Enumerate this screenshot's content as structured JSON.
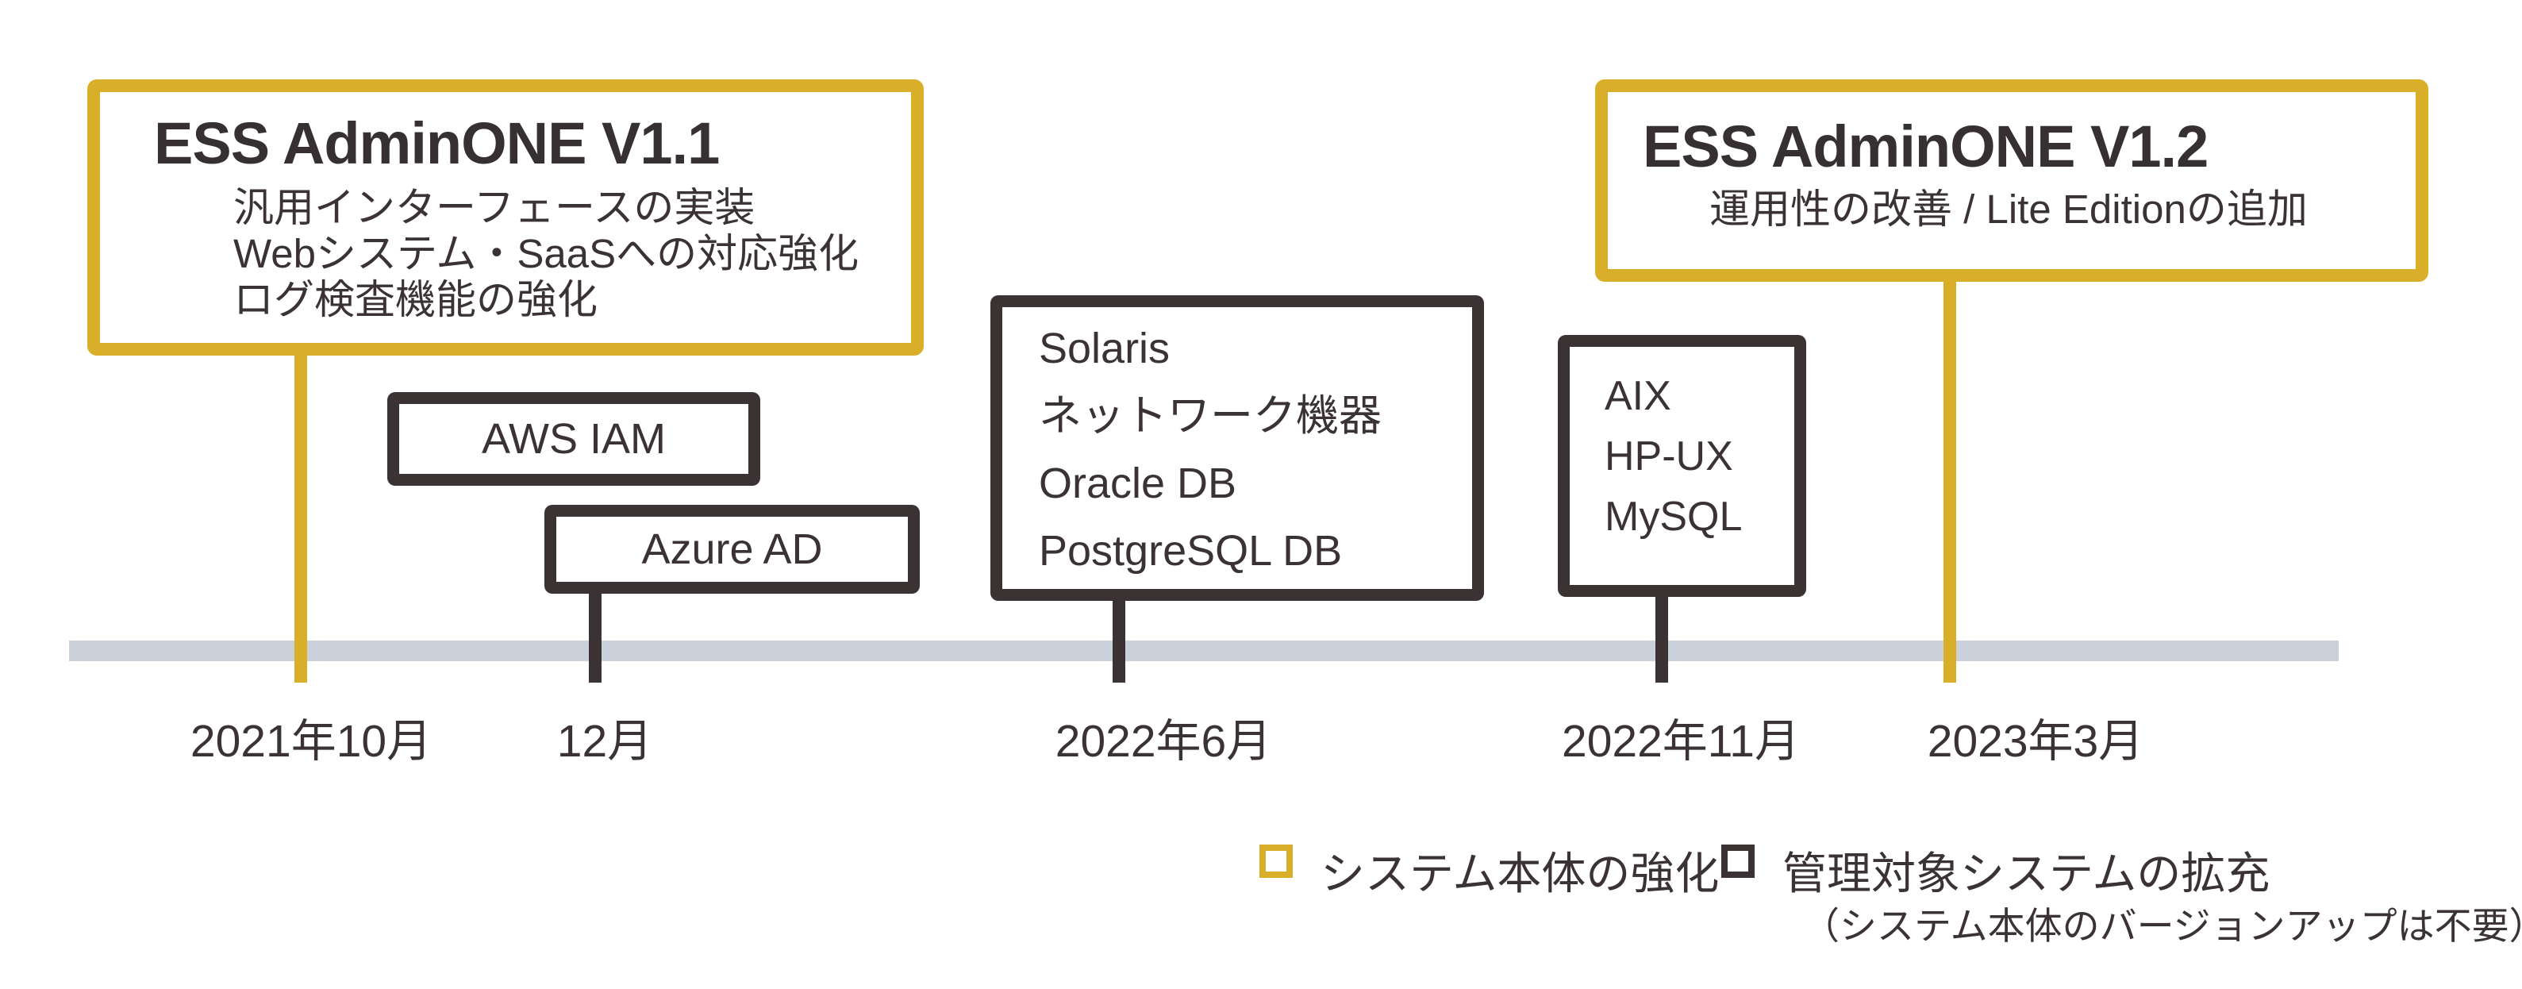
{
  "colors": {
    "accent_yellow": "#D9AE29",
    "dark": "#3B3234",
    "track_gray": "#CBD1DB",
    "background": "#FFFFFF"
  },
  "version_boxes": [
    {
      "id": "v1_1",
      "title": "ESS AdminONE V1.1",
      "features": [
        "汎用インターフェースの実装",
        "Webシステム・SaaSへの対応強化",
        "ログ検査機能の強化"
      ]
    },
    {
      "id": "v1_2",
      "title": "ESS AdminONE V1.2",
      "features": [
        "運用性の改善 / Lite Editionの追加"
      ]
    }
  ],
  "target_boxes": [
    {
      "id": "aws_iam",
      "lines": [
        "AWS IAM"
      ]
    },
    {
      "id": "azure_ad",
      "lines": [
        "Azure AD"
      ]
    },
    {
      "id": "solaris_group",
      "lines": [
        "Solaris",
        "ネットワーク機器",
        "Oracle DB",
        "PostgreSQL DB"
      ]
    },
    {
      "id": "aix_group",
      "lines": [
        "AIX",
        "HP-UX",
        "MySQL"
      ]
    }
  ],
  "timeline": {
    "dates": [
      "2021年10月",
      "12月",
      "2022年6月",
      "2022年11月",
      "2023年3月"
    ]
  },
  "legend": {
    "items": [
      {
        "label": "システム本体の強化",
        "color": "yellow"
      },
      {
        "label": "管理対象システムの拡充",
        "color": "dark"
      }
    ],
    "note": "（システム本体のバージョンアップは不要）"
  }
}
